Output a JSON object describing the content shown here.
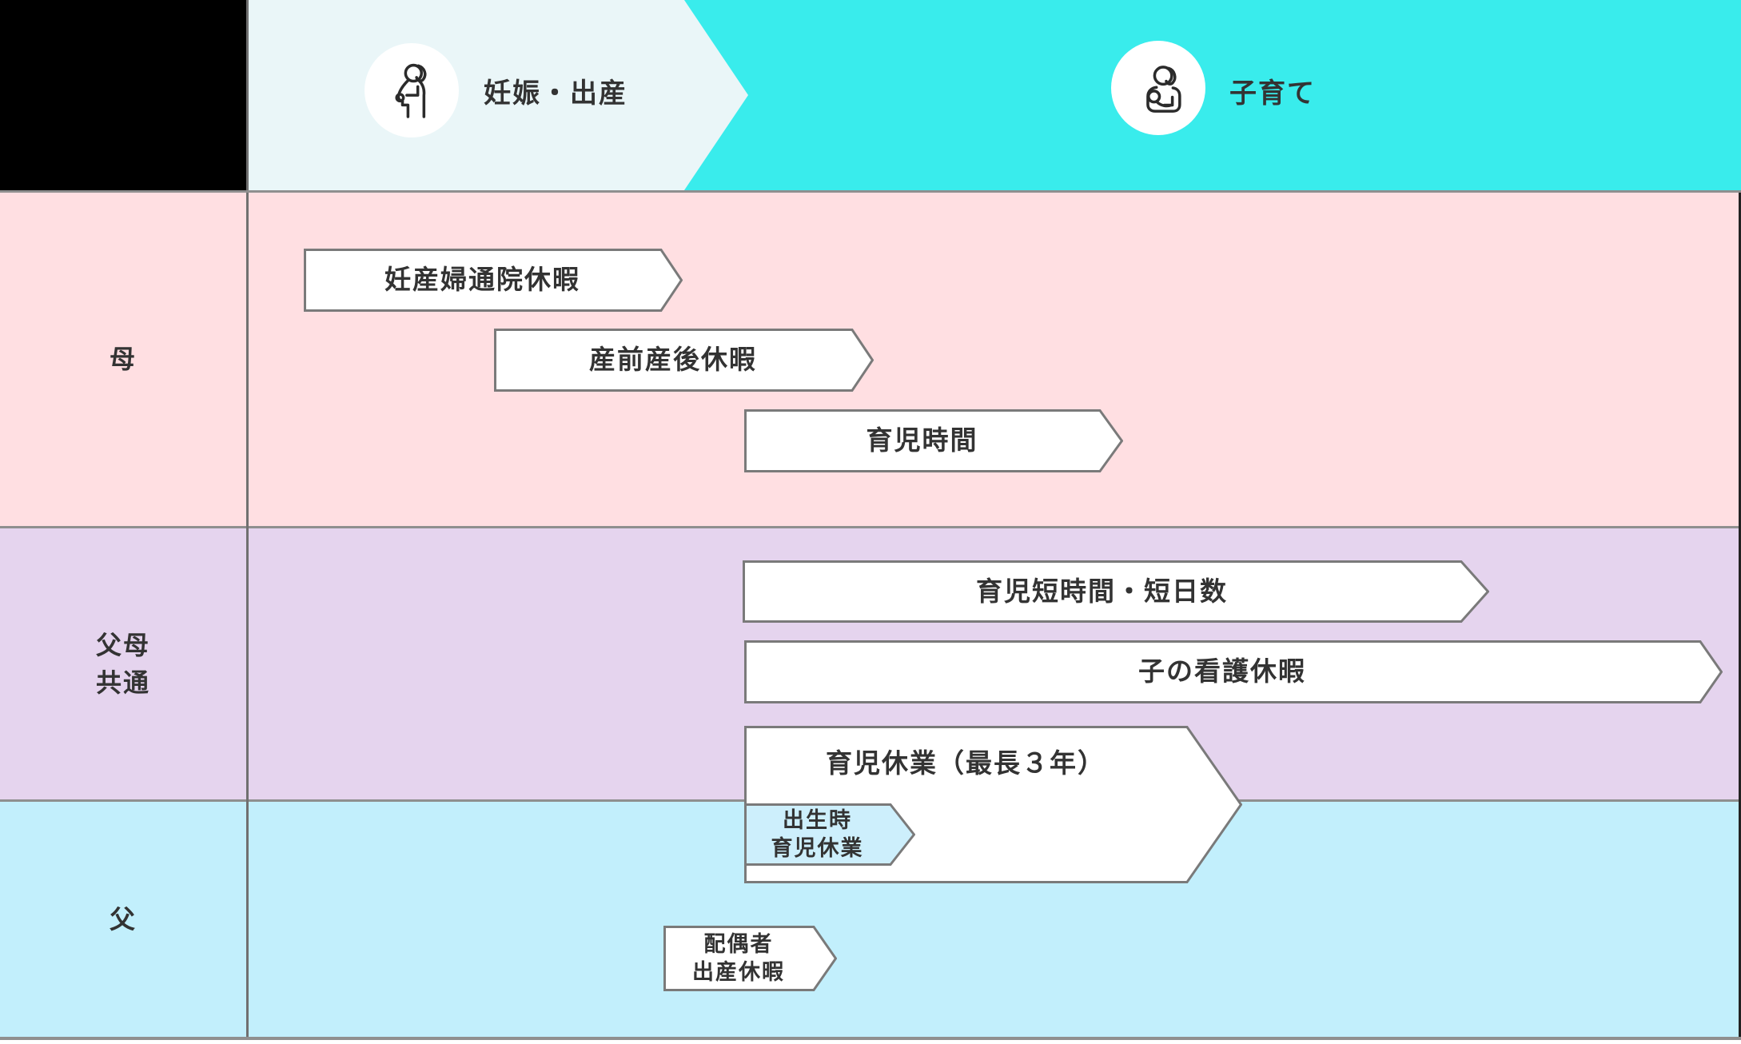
{
  "header": {
    "phase1_label": "妊娠・出産",
    "phase2_label": "子育て",
    "phase1_icon": "pregnant-woman-icon",
    "phase2_icon": "parent-holding-baby-icon"
  },
  "row_labels": {
    "mother": "母",
    "both_parents": "父母\n共通",
    "father": "父"
  },
  "arrows": {
    "maternity_checkup_leave": "妊産婦通院休暇",
    "prenatal_postnatal_leave": "産前産後休暇",
    "childcare_time": "育児時間",
    "childcare_short_hours": "育児短時間・短日数",
    "child_nursing_leave": "子の看護休暇",
    "childcare_leave_max3y": "育児休業（最長３年）",
    "birth_time_childcare_leave": "出生時\n育児休業",
    "spouse_birth_leave": "配偶者\n出産休暇"
  },
  "colors": {
    "header_block": "#000000",
    "header_phase1_bg": "#EAF6F8",
    "header_phase2_bg": "#39ECEC",
    "row_mother_bg": "#FFDFE2",
    "row_both_parents_bg": "#E5D4EE",
    "row_father_bg": "#C2EFFC",
    "arrow_fill": "#FFFFFF",
    "arrow_fill_highlight": "#CDEFFC",
    "arrow_border": "#7A7A7A",
    "grid_line": "#8F8F8F",
    "text": "#333333"
  }
}
